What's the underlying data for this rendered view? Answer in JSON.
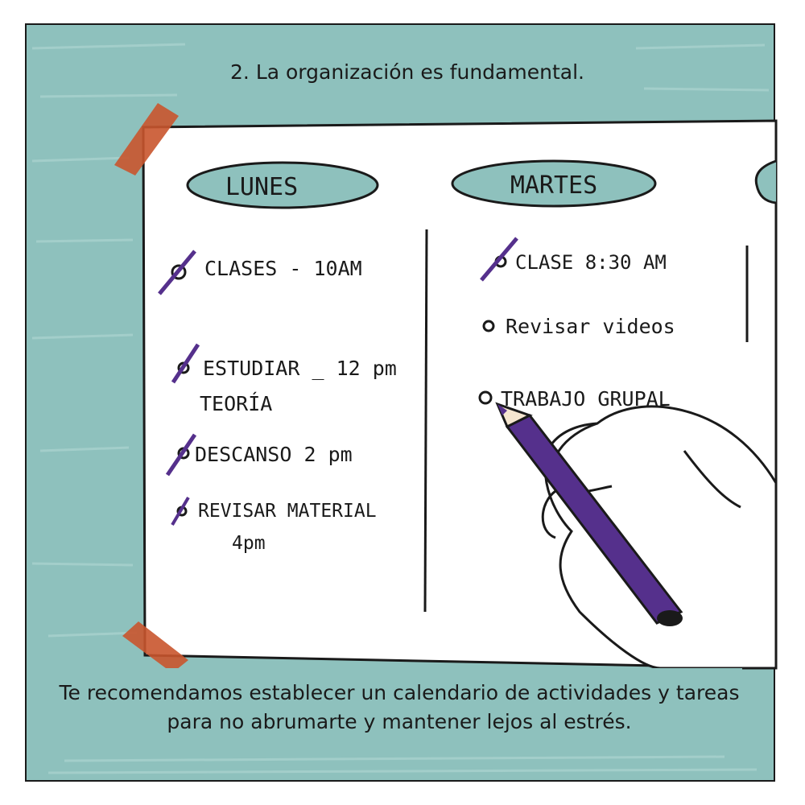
{
  "title": "2. La organización es fundamental.",
  "note": "Te recomendamos establecer un calendario de actividades y tareas para no abrumarte y mantener lejos al estrés.",
  "planner": {
    "days": [
      {
        "name": "LUNES",
        "tasks": [
          {
            "text": "CLASES - 10AM",
            "done": true
          },
          {
            "text": "ESTUDIAR _ 12 pm",
            "text2": "TEORÍA",
            "done": true
          },
          {
            "text": "DESCANSO 2 pm",
            "done": true
          },
          {
            "text": "REVISAR MATERIAL",
            "text2": "4pm",
            "done": true
          }
        ]
      },
      {
        "name": "MARTES",
        "tasks": [
          {
            "text": "CLASE 8:30 AM",
            "done": true
          },
          {
            "text": "Revisar videos",
            "done": false
          },
          {
            "text": "TRABAJO GRUPAL",
            "done": false
          }
        ]
      }
    ]
  },
  "colors": {
    "teal": "#8ec1bd",
    "paper": "#ffffff",
    "ink": "#1a1a1a",
    "tape": "#c9552d",
    "pencil": "#55308c"
  }
}
